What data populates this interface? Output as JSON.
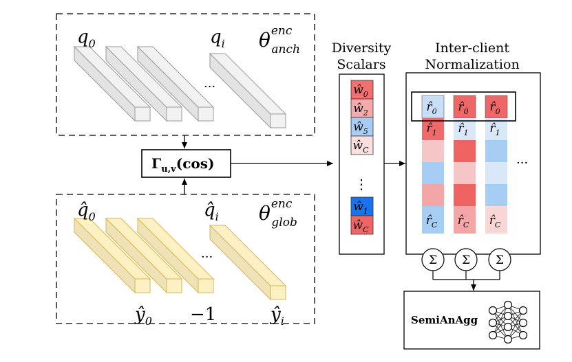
{
  "encoders": {
    "anchor": {
      "q0": "q",
      "q0_sub": "0",
      "qi": "q",
      "qi_sub": "i",
      "theta": "θ",
      "theta_sup": "enc",
      "theta_sub": "anch",
      "dots": "···"
    },
    "global": {
      "q0": "q̂",
      "q0_sub": "0",
      "qi": "q̂",
      "qi_sub": "i",
      "theta": "θ",
      "theta_sup": "enc",
      "theta_sub": "glob",
      "dots": "···",
      "y0": "ŷ",
      "y0_sub": "0",
      "minus_one": "−1",
      "yi": "ŷ",
      "yi_sub": "i"
    }
  },
  "similarity": {
    "gamma": "Γ",
    "sub": "u,v",
    "func": "(cos)"
  },
  "diversity": {
    "title_line1": "Diversity",
    "title_line2": "Scalars",
    "cells": [
      {
        "sym": "ŵ",
        "sub": "0",
        "color": "#f07070"
      },
      {
        "sym": "ŵ",
        "sub": "2",
        "color": "#f4aaaa"
      },
      {
        "sym": "ŵ",
        "sub": "5",
        "color": "#a9cdf2"
      },
      {
        "sym": "ŵ",
        "sub": "C",
        "color": "#fbdede"
      }
    ],
    "vdots": "⋮",
    "bottom_cells": [
      {
        "sym": "ŵ",
        "sub": "1",
        "color": "#1a73e8"
      },
      {
        "sym": "ŵ",
        "sub": "C",
        "color": "#ef6464"
      }
    ]
  },
  "normalization": {
    "title_line1": "Inter-client",
    "title_line2": "Normalization",
    "columns": [
      {
        "top": {
          "sym": "r̂",
          "sub": "0",
          "color": "#c9dff7"
        },
        "second": {
          "sym": "r̂",
          "sub": "1",
          "color": "#ef6b6b"
        },
        "bands": [
          "#f6c6c6",
          "#a6cdf3",
          "#f4a6a6"
        ],
        "bottom": {
          "sym": "r̂",
          "sub": "C",
          "color": "#a6cdf3"
        }
      },
      {
        "top": {
          "sym": "r̂",
          "sub": "0",
          "color": "#ee6666"
        },
        "second": {
          "sym": "r̂",
          "sub": "1",
          "color": "#d9e8f8"
        },
        "bands": [
          "#ef6262",
          "#f6c6c6",
          "#ef6262"
        ],
        "bottom": {
          "sym": "r̂",
          "sub": "C",
          "color": "#f4a6a6"
        }
      },
      {
        "top": {
          "sym": "r̂",
          "sub": "0",
          "color": "#ee6666"
        },
        "second": {
          "sym": "r̂",
          "sub": "1",
          "color": "#d9e8f8"
        },
        "bands": [
          "#a6cdf3",
          "#d9e8f8",
          "#a6cdf3"
        ],
        "bottom": {
          "sym": "r̂",
          "sub": "C",
          "color": "#f9d6d6"
        }
      }
    ],
    "dots": "···",
    "sum_symbol": "Σ"
  },
  "aggregator": {
    "label": "SemiAnAgg"
  },
  "colors": {
    "anchor_fill": "#f2f2f2",
    "anchor_stroke": "#9a9a9a",
    "global_fill": "#fdf0c2",
    "global_stroke": "#d6b656"
  }
}
